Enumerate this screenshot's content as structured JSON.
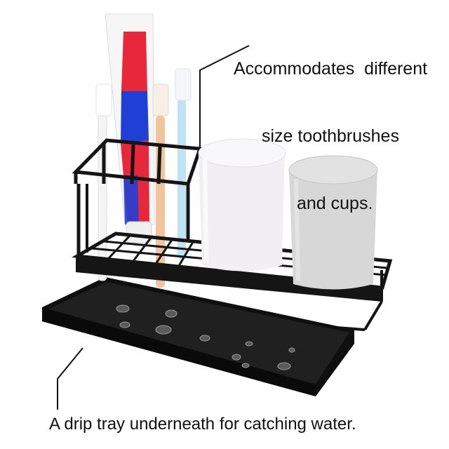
{
  "callouts": {
    "top": {
      "line1": "Accommodates  different",
      "line2": "size toothbrushes",
      "line3": "and cups."
    },
    "bottom": {
      "text": "A drip tray underneath for catching water."
    }
  },
  "colors": {
    "frame": "#151515",
    "cup_white": "#f1eff2",
    "cup_grey": "#d7d7d7",
    "tube_red": "#e8283a",
    "tube_blue": "#1f3fd6",
    "brush_white": "#f4f4f4",
    "brush_peach": "#f2c49c",
    "brush_blue": "#bfe3f3",
    "tray": "#1b1b1b"
  }
}
